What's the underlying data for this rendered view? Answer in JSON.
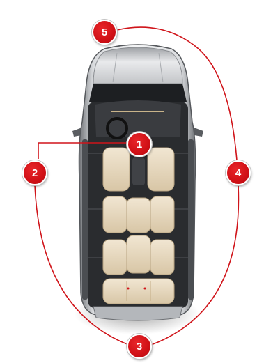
{
  "markers": [
    {
      "id": "1",
      "label": "1"
    },
    {
      "id": "2",
      "label": "2"
    },
    {
      "id": "3",
      "label": "3"
    },
    {
      "id": "4",
      "label": "4"
    },
    {
      "id": "5",
      "label": "5"
    }
  ],
  "colors": {
    "accent": "#d0141a",
    "path": "#d0141a",
    "car_body": "#c9cbcf",
    "seat": "#e6d7bf"
  },
  "icons": {
    "vehicle": "minivan-top-view"
  }
}
